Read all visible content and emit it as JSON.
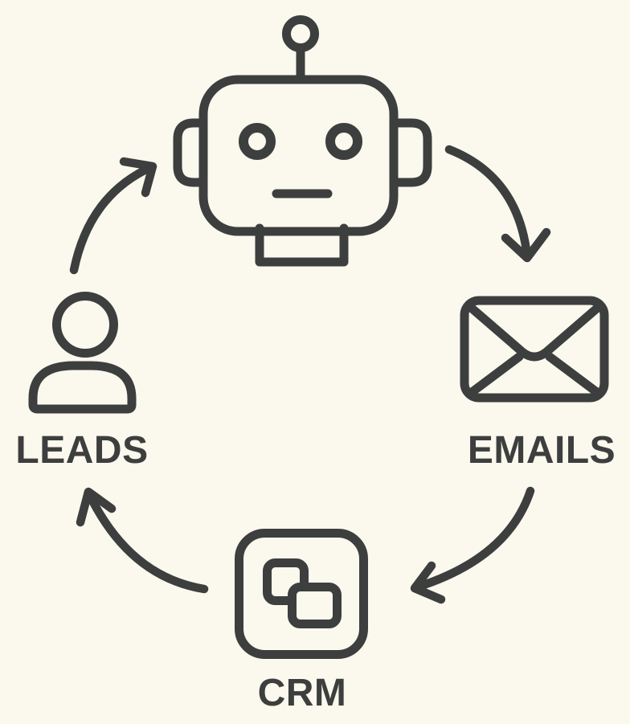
{
  "colors": {
    "background": "#FBF8EE",
    "ink": "#3D3F3E"
  },
  "diagram": {
    "type": "cycle",
    "nodes": [
      {
        "id": "bot",
        "icon": "robot-icon",
        "label": ""
      },
      {
        "id": "emails",
        "icon": "email-envelope-icon",
        "label": "EMAILS"
      },
      {
        "id": "crm",
        "icon": "crm-overlapping-squares-icon",
        "label": "CRM"
      },
      {
        "id": "leads",
        "icon": "person-icon",
        "label": "LEADS"
      }
    ],
    "arrows": [
      {
        "id": "bot-to-emails",
        "from": "bot",
        "to": "emails"
      },
      {
        "id": "emails-to-crm",
        "from": "emails",
        "to": "crm"
      },
      {
        "id": "crm-to-leads",
        "from": "crm",
        "to": "leads"
      },
      {
        "id": "leads-to-bot",
        "from": "leads",
        "to": "bot"
      }
    ]
  }
}
